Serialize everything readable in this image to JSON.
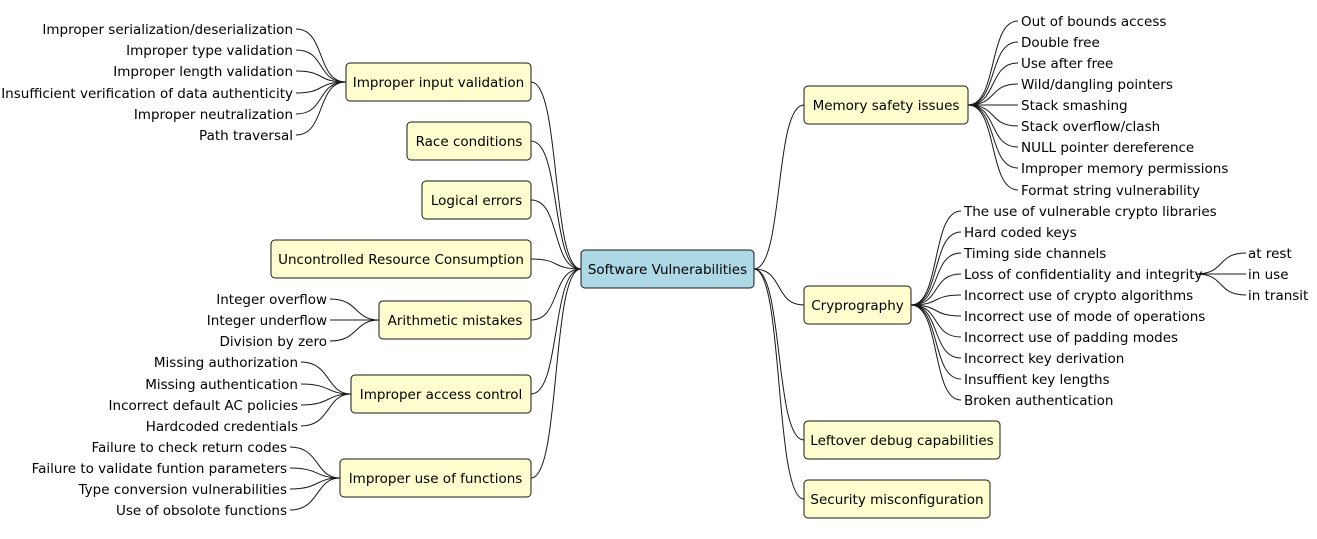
{
  "root": {
    "label": "Software Vulnerabilities"
  },
  "left": [
    {
      "label": "Improper input validation",
      "children": [
        "Improper serialization/deserialization",
        "Improper type validation",
        "Improper length validation",
        "Insufficient verification of data authenticity",
        "Improper neutralization",
        "Path traversal"
      ]
    },
    {
      "label": "Race conditions",
      "children": []
    },
    {
      "label": "Logical errors",
      "children": []
    },
    {
      "label": "Uncontrolled Resource Consumption",
      "children": []
    },
    {
      "label": "Arithmetic mistakes",
      "children": [
        "Integer overflow",
        "Integer underflow",
        "Division by zero"
      ]
    },
    {
      "label": "Improper access control",
      "children": [
        "Missing authorization",
        "Missing authentication",
        "Incorrect default AC policies",
        "Hardcoded credentials"
      ]
    },
    {
      "label": "Improper use of functions",
      "children": [
        "Failure to check return codes",
        "Failure to validate funtion parameters",
        "Type conversion vulnerabilities",
        "Use of obsolote functions"
      ]
    }
  ],
  "right": [
    {
      "label": "Memory safety issues",
      "children": [
        "Out of bounds access",
        "Double free",
        "Use after free",
        "Wild/dangling pointers",
        "Stack smashing",
        "Stack overflow/clash",
        "NULL pointer dereference",
        "Improper memory permissions",
        "Format string vulnerability"
      ]
    },
    {
      "label": "Cryprography",
      "children": [
        "The use of vulnerable crypto libraries",
        "Hard coded keys",
        "Timing side channels",
        "Loss of confidentiality and integrity",
        "Incorrect use of crypto algorithms",
        "Incorrect use of mode of operations",
        "Incorrect use of padding modes",
        "Incorrect key derivation",
        "Insuffient key lengths",
        "Broken authentication"
      ],
      "grandchildren": [
        "at rest",
        "in use",
        "in transit"
      ]
    },
    {
      "label": "Leftover debug capabilities",
      "children": []
    },
    {
      "label": "Security misconfiguration",
      "children": []
    }
  ]
}
